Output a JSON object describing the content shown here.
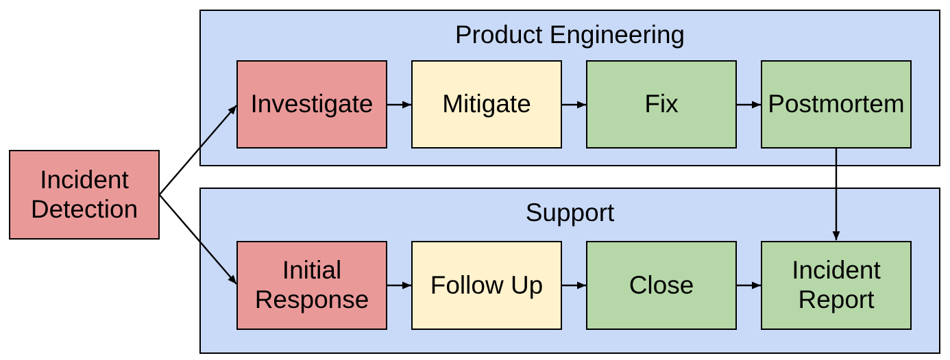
{
  "diagram": {
    "type": "flowchart",
    "background": "#ffffff",
    "colors": {
      "lane_fill": "#c9daf8",
      "node_red": "#ea9999",
      "node_yellow": "#fff2cc",
      "node_green": "#b6d7a8",
      "border": "#000000",
      "text": "#000000",
      "arrow": "#000000"
    },
    "start_node": {
      "label": "Incident Detection",
      "fill": "#ea9999"
    },
    "lanes": [
      {
        "title": "Product Engineering",
        "fill": "#c9daf8",
        "nodes": [
          {
            "label": "Investigate",
            "fill": "#ea9999"
          },
          {
            "label": "Mitigate",
            "fill": "#fff2cc"
          },
          {
            "label": "Fix",
            "fill": "#b6d7a8"
          },
          {
            "label": "Postmortem",
            "fill": "#b6d7a8"
          }
        ]
      },
      {
        "title": "Support",
        "fill": "#c9daf8",
        "nodes": [
          {
            "label": "Initial Response",
            "fill": "#ea9999"
          },
          {
            "label": "Follow Up",
            "fill": "#fff2cc"
          },
          {
            "label": "Close",
            "fill": "#b6d7a8"
          },
          {
            "label": "Incident Report",
            "fill": "#b6d7a8"
          }
        ]
      }
    ],
    "edges": [
      {
        "from": "Incident Detection",
        "to": "Investigate"
      },
      {
        "from": "Incident Detection",
        "to": "Initial Response"
      },
      {
        "from": "Investigate",
        "to": "Mitigate"
      },
      {
        "from": "Mitigate",
        "to": "Fix"
      },
      {
        "from": "Fix",
        "to": "Postmortem"
      },
      {
        "from": "Postmortem",
        "to": "Incident Report"
      },
      {
        "from": "Initial Response",
        "to": "Follow Up"
      },
      {
        "from": "Follow Up",
        "to": "Close"
      },
      {
        "from": "Close",
        "to": "Incident Report"
      }
    ]
  }
}
